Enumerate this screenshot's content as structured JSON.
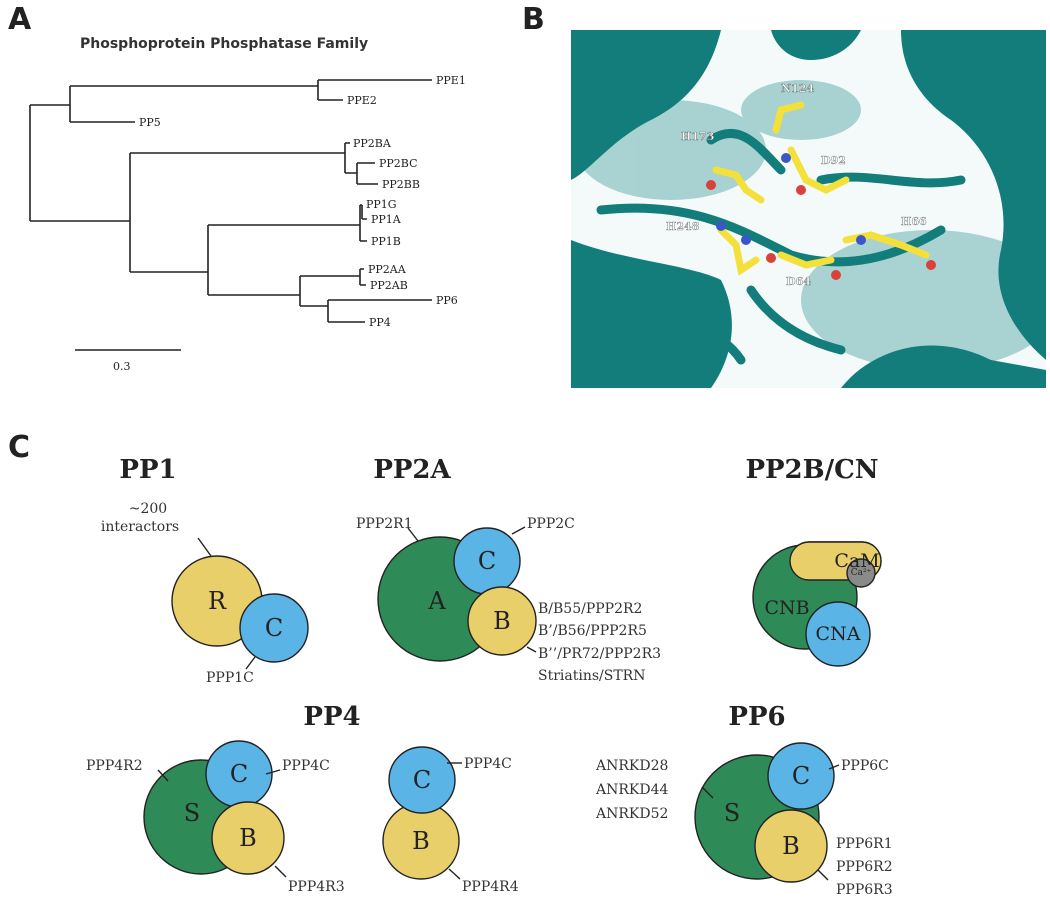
{
  "panel_labels": {
    "a": "A",
    "b": "B",
    "c": "C"
  },
  "tree": {
    "title": "Phosphoprotein Phosphatase Family",
    "leaves": [
      "PPE1",
      "PPE2",
      "PP5",
      "PP2BA",
      "PP2BC",
      "PP2BB",
      "PP1G",
      "PP1A",
      "PP1B",
      "PP2AA",
      "PP2AB",
      "PP6",
      "PP4"
    ],
    "scale_label": "0.3"
  },
  "structure": {
    "residues": [
      "N124",
      "H173",
      "D92",
      "H248",
      "H66",
      "D64"
    ]
  },
  "complexes": {
    "pp1": {
      "title": "PP1",
      "interactor_count": "~200",
      "interactor_word": "interactors",
      "r_label": "R",
      "c_label": "C",
      "c_gene": "PPP1C"
    },
    "pp2a": {
      "title": "PP2A",
      "a_label": "A",
      "c_label": "C",
      "b_label": "B",
      "a_gene": "PPP2R1",
      "c_gene": "PPP2C",
      "b_genes": [
        "B/B55/PPP2R2",
        "B’/B56/PPP2R5",
        "B’’/PR72/PPP2R3",
        "Striatins/STRN"
      ]
    },
    "pp2b": {
      "title": "PP2B/CN",
      "cam_label": "CaM",
      "ca_label": "Ca²⁺",
      "cnb_label": "CNB",
      "cna_label": "CNA"
    },
    "pp4": {
      "title": "PP4",
      "s_label": "S",
      "c_label": "C",
      "b_label": "B",
      "s_gene": "PPP4R2",
      "c_gene": "PPP4C",
      "b_gene": "PPP4R3",
      "c2_label": "C",
      "b2_label": "B",
      "c2_gene": "PPP4C",
      "b2_gene": "PPP4R4"
    },
    "pp6": {
      "title": "PP6",
      "s_label": "S",
      "c_label": "C",
      "b_label": "B",
      "s_genes": [
        "ANRKD28",
        "ANRKD44",
        "ANRKD52"
      ],
      "c_gene": "PPP6C",
      "b_genes": [
        "PPP6R1",
        "PPP6R2",
        "PPP6R3"
      ]
    }
  },
  "colors": {
    "green": "#2e8b57",
    "yellow": "#e8cf6a",
    "blue": "#5ab4e5",
    "gray": "#8a8a8a",
    "teal": "#127d7a"
  }
}
